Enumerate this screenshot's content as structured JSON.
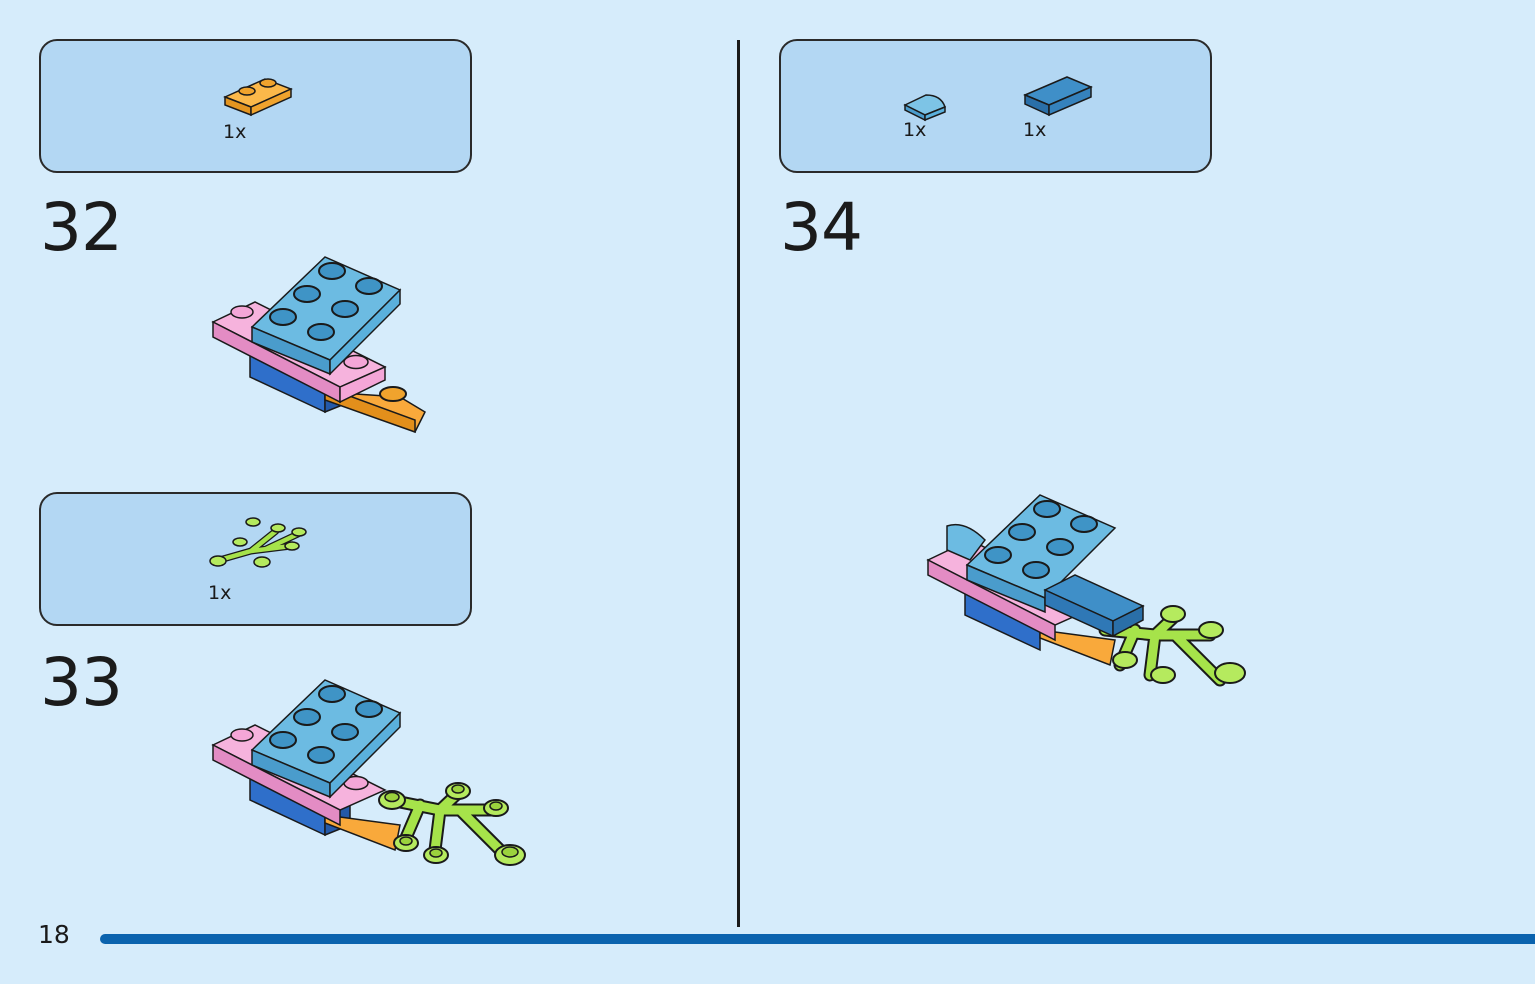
{
  "page": {
    "number": "18"
  },
  "steps": [
    {
      "number": "32",
      "parts": [
        {
          "qty": "1x",
          "piece": "orange-1x2-plate"
        }
      ]
    },
    {
      "number": "33",
      "parts": [
        {
          "qty": "1x",
          "piece": "lime-plant-stem"
        }
      ]
    },
    {
      "number": "34",
      "parts": [
        {
          "qty": "1x",
          "piece": "light-blue-quarter-round-tile"
        },
        {
          "qty": "1x",
          "piece": "blue-1x2-tile"
        }
      ]
    }
  ],
  "colors": {
    "background": "#d6ecfb",
    "parts_box": "#b3d7f3",
    "accent_bar": "#0b63ae",
    "brick_light_blue": "#5ab0dc",
    "brick_pink": "#f4a6d7",
    "brick_blue": "#2f6fca",
    "brick_orange": "#f9a93b",
    "brick_lime": "#a6e34a"
  }
}
